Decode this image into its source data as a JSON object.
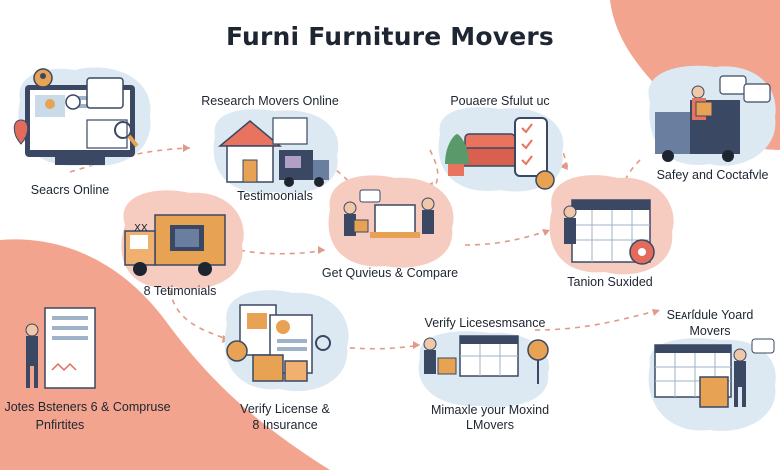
{
  "title": "Furni Furniture Movers",
  "colors": {
    "peach": "#f2a48f",
    "blue_blob": "#dce9f2",
    "pink_blob": "#f7ccc0",
    "navy": "#3a4863",
    "orange": "#e8a254",
    "dashed_path": "#e09a87"
  },
  "steps": [
    {
      "label": "Seacrs Online",
      "icon": "computer-search-icon"
    },
    {
      "label": "Research Movers Online",
      "icon": "house-truck-icon"
    },
    {
      "label": "Testimoonials",
      "icon": "house-truck-icon"
    },
    {
      "label": "Pouaere Sfulut uc",
      "icon": "phone-sofa-icon"
    },
    {
      "label": "Safey and Coctafvle",
      "icon": "worker-truck-icon"
    },
    {
      "label": "8 Tetimonials",
      "icon": "delivery-truck-icon"
    },
    {
      "label": "Get Quvieus & Compare",
      "icon": "workers-table-icon"
    },
    {
      "label": "Tanion Suxided",
      "icon": "calendar-gear-icon"
    },
    {
      "label": "Jotes Bsteners 6 & Compruse",
      "icon": "document-person-icon"
    },
    {
      "label": "Pnfirtites",
      "icon": "document-person-icon"
    },
    {
      "label": "Verify License &",
      "icon": "license-boxes-icon"
    },
    {
      "label": "8 Insurance",
      "icon": "license-boxes-icon"
    },
    {
      "label": "Verify Licesesmsance",
      "icon": "calendar-dolly-icon"
    },
    {
      "label": "Mimaxle your Moxind",
      "icon": "calendar-dolly-icon"
    },
    {
      "label": "LMovers",
      "icon": "calendar-dolly-icon"
    },
    {
      "label": "Sᴇᴀrſdule Yoard",
      "icon": "calendar-mover-icon"
    },
    {
      "label": "Movers",
      "icon": "calendar-mover-icon"
    }
  ]
}
